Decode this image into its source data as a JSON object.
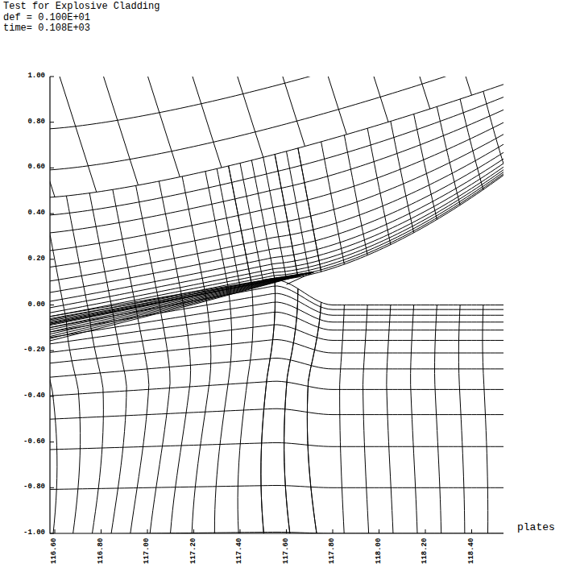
{
  "diagram": {
    "title": "Test for Explosive Cladding",
    "labels": [
      "def = 0.100E+01",
      "time= 0.108E+03",
      "1.00",
      "0.80",
      "0.60",
      "0.40",
      "0.20",
      "0.00",
      "-0.20",
      "-0.40",
      "-0.60",
      "-0.80",
      "-1.00",
      "116.60",
      "116.80",
      "117.00",
      "117.20",
      "117.40",
      "117.60",
      "117.80",
      "118.00",
      "118.20",
      "118.40",
      "plates"
    ]
  }
}
